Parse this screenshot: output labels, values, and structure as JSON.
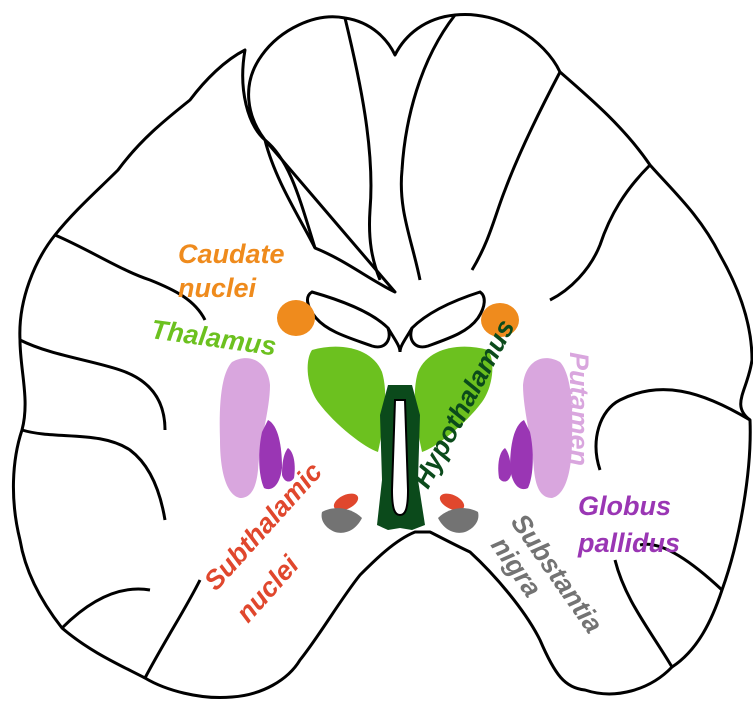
{
  "labels": {
    "caudate_line1": "Caudate",
    "caudate_line2": "nuclei",
    "thalamus": "Thalamus",
    "hypothalamus": "Hypothalamus",
    "putamen": "Putamen",
    "subthalamic_line1": "Subthalamic",
    "subthalamic_line2": "nuclei",
    "globus_line1": "Globus",
    "globus_line2": "pallidus",
    "substantia_line1": "Substantia",
    "substantia_line2": "nigra"
  },
  "colors": {
    "caudate": "#ef8b1d",
    "thalamus": "#6cc11f",
    "hypothalamus": "#0b4a1b",
    "putamen": "#d9a6de",
    "globus_pallidus": "#9a36b4",
    "subthalamic": "#e0472d",
    "substantia_nigra": "#737373",
    "outline": "#000000"
  }
}
